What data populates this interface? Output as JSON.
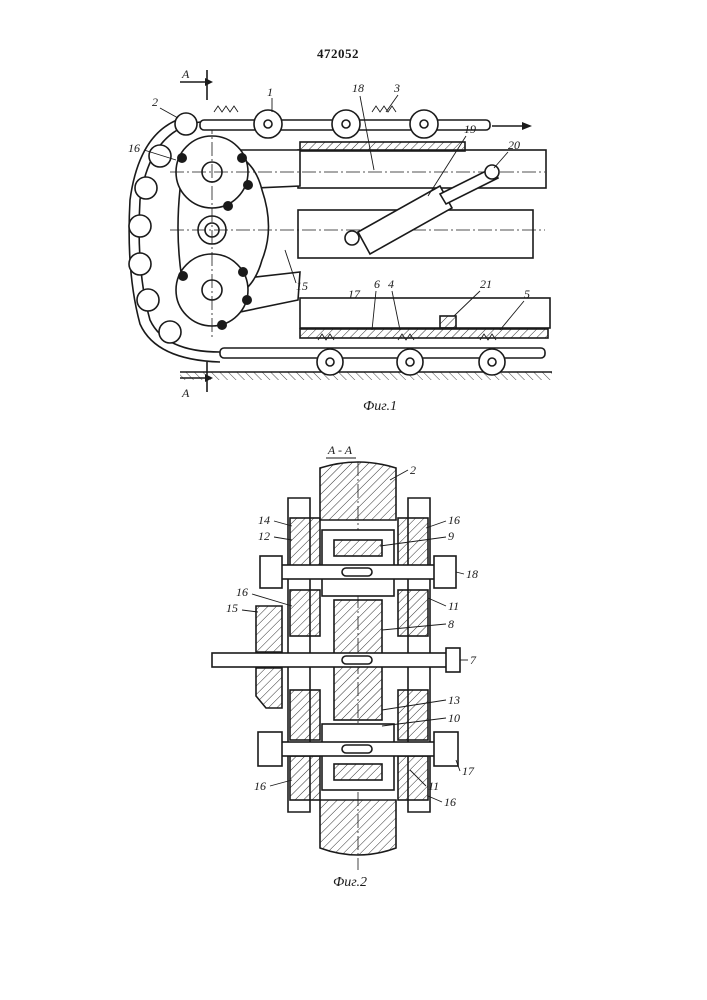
{
  "document": {
    "patent_number": "472052"
  },
  "figure1": {
    "caption": "Фиг.1",
    "section_mark_top": "A",
    "section_mark_bottom": "A",
    "callouts": [
      "1",
      "2",
      "3",
      "16",
      "18",
      "19",
      "20",
      "15",
      "17",
      "6",
      "4",
      "21",
      "5"
    ]
  },
  "figure2": {
    "caption": "Фиг.2",
    "section_title": "A - A",
    "callouts_left": [
      "14",
      "12",
      "16",
      "15",
      "16"
    ],
    "callouts_right": [
      "2",
      "16",
      "9",
      "18",
      "11",
      "8",
      "7",
      "13",
      "10",
      "17",
      "11",
      "16"
    ]
  },
  "colors": {
    "ink": "#1a1a1a",
    "paper": "#ffffff"
  }
}
